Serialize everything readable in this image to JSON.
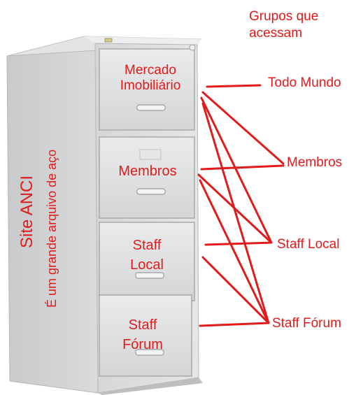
{
  "title_group": [
    "Grupos que",
    "acessam"
  ],
  "site_title": "Site ANCI",
  "site_subtitle": "É um grande arquivo de aço",
  "drawers": [
    {
      "lines": [
        "Mercado",
        "Imobiliário"
      ]
    },
    {
      "lines": [
        "Membros"
      ]
    },
    {
      "lines": [
        "Staff",
        "Local"
      ]
    },
    {
      "lines": [
        "Staff",
        "Fórum"
      ]
    }
  ],
  "groups": [
    "Todo Mundo",
    "Membros",
    "Staff Local",
    "Staff Fórum"
  ],
  "connections": [
    {
      "from": "Mercado Imobiliário",
      "to": [
        "Todo Mundo",
        "Membros",
        "Staff Local",
        "Staff Fórum"
      ]
    },
    {
      "from": "Membros",
      "to": [
        "Membros",
        "Staff Local",
        "Staff Fórum"
      ]
    },
    {
      "from": "Staff Local",
      "to": [
        "Staff Local",
        "Staff Fórum"
      ]
    },
    {
      "from": "Staff Fórum",
      "to": [
        "Staff Fórum"
      ]
    }
  ],
  "colors": {
    "accent": "#e11b1b",
    "cabinet": "#d9dbdd"
  }
}
